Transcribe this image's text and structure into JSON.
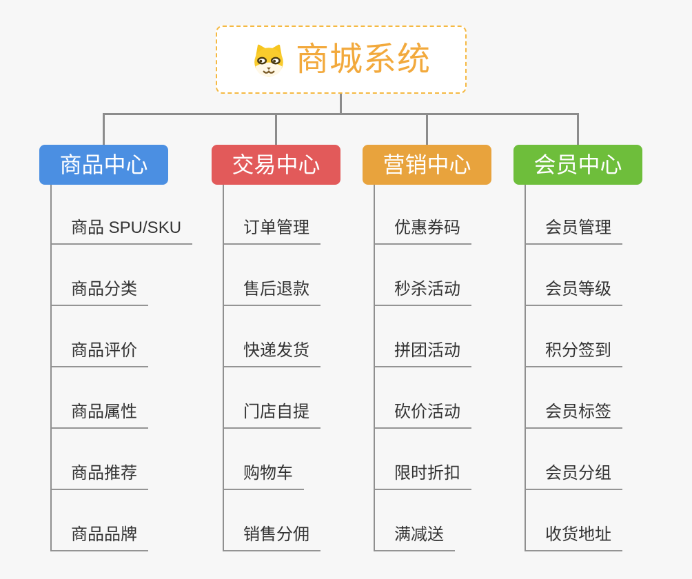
{
  "root": {
    "title": "商城系统",
    "icon": "dog-face-icon",
    "text_color": "#f2a93c",
    "border_color": "#f5b942",
    "background": "#ffffff"
  },
  "theme": {
    "page_background": "#f7f7f7",
    "connector_color": "#8c8c8c",
    "leaf_underline_color": "#949494",
    "leaf_text_color": "#333333"
  },
  "branches": [
    {
      "label": "商品中心",
      "color": "#4b8fe2",
      "children": [
        "商品 SPU/SKU",
        "商品分类",
        "商品评价",
        "商品属性",
        "商品推荐",
        "商品品牌"
      ]
    },
    {
      "label": "交易中心",
      "color": "#e25a5a",
      "children": [
        "订单管理",
        "售后退款",
        "快递发货",
        "门店自提",
        "购物车",
        "销售分佣"
      ]
    },
    {
      "label": "营销中心",
      "color": "#e8a33d",
      "children": [
        "优惠券码",
        "秒杀活动",
        "拼团活动",
        "砍价活动",
        "限时折扣",
        "满减送"
      ]
    },
    {
      "label": "会员中心",
      "color": "#6ebe3b",
      "children": [
        "会员管理",
        "会员等级",
        "积分签到",
        "会员标签",
        "会员分组",
        "收货地址"
      ]
    }
  ]
}
